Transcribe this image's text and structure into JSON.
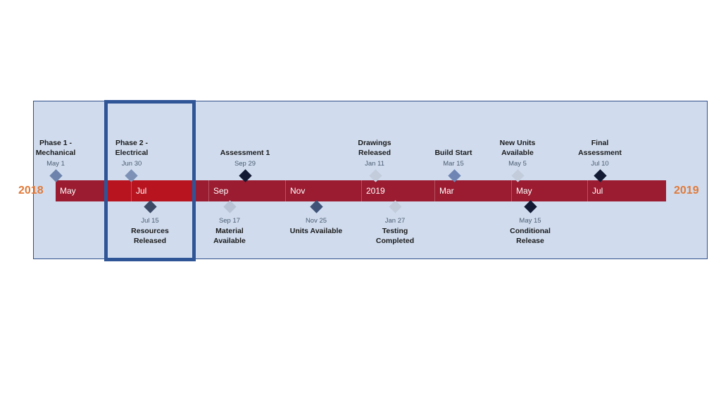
{
  "timeline": {
    "year_start": "2018",
    "year_end": "2019",
    "months": [
      "May",
      "Jul",
      "Sep",
      "Nov",
      "2019",
      "Mar",
      "May",
      "Jul"
    ],
    "highlight_label": "Phase 2 - Electrical"
  },
  "colors": {
    "panel": "#d0dcee",
    "band": "#9b1b30",
    "band_highlight": "#b8141f",
    "year": "#e07a3a",
    "highlight_border": "#2f5597"
  },
  "milestones_above": [
    {
      "title": "Phase 1 -\nMechanical",
      "date": "May 1",
      "color": "#6e83ab"
    },
    {
      "title": "Phase 2 -\nElectrical",
      "date": "Jun 30",
      "color": "#7d91b6"
    },
    {
      "title": "Assessment 1",
      "date": "Sep 29",
      "color": "#121a33"
    },
    {
      "title": "Drawings\nReleased",
      "date": "Jan 11",
      "color": "#c3ccdb"
    },
    {
      "title": "Build Start",
      "date": "Mar 15",
      "color": "#6f86b5"
    },
    {
      "title": "New Units\nAvailable",
      "date": "May 5",
      "color": "#c3ccdb"
    },
    {
      "title": "Final\nAssessment",
      "date": "Jul 10",
      "color": "#121a33"
    }
  ],
  "milestones_below": [
    {
      "title": "Resources\nReleased",
      "date": "Jul 15",
      "color": "#3d4a66"
    },
    {
      "title": "Material\nAvailable",
      "date": "Sep 17",
      "color": "#b8c3d5"
    },
    {
      "title": "Units Available",
      "date": "Nov 25",
      "color": "#3f5379"
    },
    {
      "title": "Testing\nCompleted",
      "date": "Jan 27",
      "color": "#c3ccdb"
    },
    {
      "title": "Conditional\nRelease",
      "date": "May 15",
      "color": "#121a33"
    }
  ]
}
